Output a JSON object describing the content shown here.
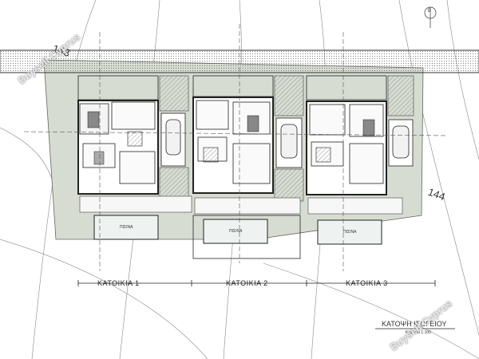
{
  "houses": [
    {
      "label": "ΚΑΤΟΙΚΙΑ 1",
      "pool_label": "ΠΙΣΙΝΑ"
    },
    {
      "label": "ΚΑΤΟΙΚΙΑ 2",
      "pool_label": "ΠΙΣΙΝΑ"
    },
    {
      "label": "ΚΑΤΟΙΚΙΑ 3",
      "pool_label": "ΠΙΣΙΝΑ"
    }
  ],
  "plot_numbers": {
    "top": "143",
    "right": "144"
  },
  "drawing_title": "ΚΑΤΟΨΗ ΙΣΟΓΕΙΟΥ",
  "scale": "Κλίμακα 1:100",
  "north_mark": "B",
  "watermark": "Buysell Cyprus",
  "colors": {
    "site_fill": "#d6dcd2",
    "line": "#333333",
    "pool_fill": "#eef2f0"
  }
}
